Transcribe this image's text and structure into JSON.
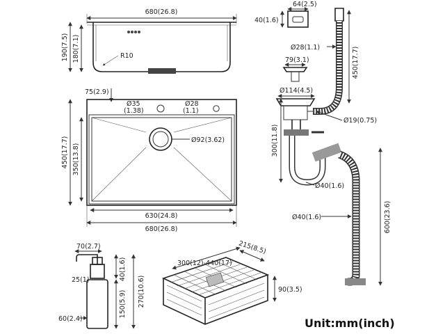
{
  "top_view": {
    "width_label": "680(26.8)",
    "outer_height_label": "190(7.5)",
    "inner_height_label": "180(7.1)",
    "radius_label": "R10"
  },
  "plan_view": {
    "edge_label": "75(2.9)",
    "hole1_label": "Ø35",
    "hole1_sub": "(1.38)",
    "hole2_label": "Ø28",
    "hole2_sub": "(1.1)",
    "drain_label": "Ø92(3.62)",
    "outer_height_label": "450(17.7)",
    "inner_height_label": "350(13.8)",
    "inner_width_label": "630(24.8)",
    "outer_width_label": "680(26.8)"
  },
  "overflow": {
    "top_label": "64(2.5)",
    "side_label": "40(1.6)",
    "dia_label": "Ø28(1.1)",
    "height_label": "450(17.7)"
  },
  "strainer": {
    "top_label": "79(3.1)",
    "dia_label": "Ø114(4.5)"
  },
  "drain": {
    "pipe_label": "Ø19(0.75)",
    "height_label": "300(11.8)",
    "trap_label": "Ø40(1.6)",
    "hose_label": "Ø40(1.6)",
    "hose_length_label": "600(23.6)"
  },
  "dispenser": {
    "spout_label": "70(2.7)",
    "neck_label": "25(1)",
    "top_label": "40(1.6)",
    "mid_label": "150(5.9)",
    "total_label": "270(10.6)",
    "bottle_label": "60(2.4)"
  },
  "basket": {
    "length_label": "300(12)-440(17)",
    "depth_label": "215(8.5)",
    "height_label": "90(3.5)"
  },
  "unit_label": "Unit:mm(inch)"
}
